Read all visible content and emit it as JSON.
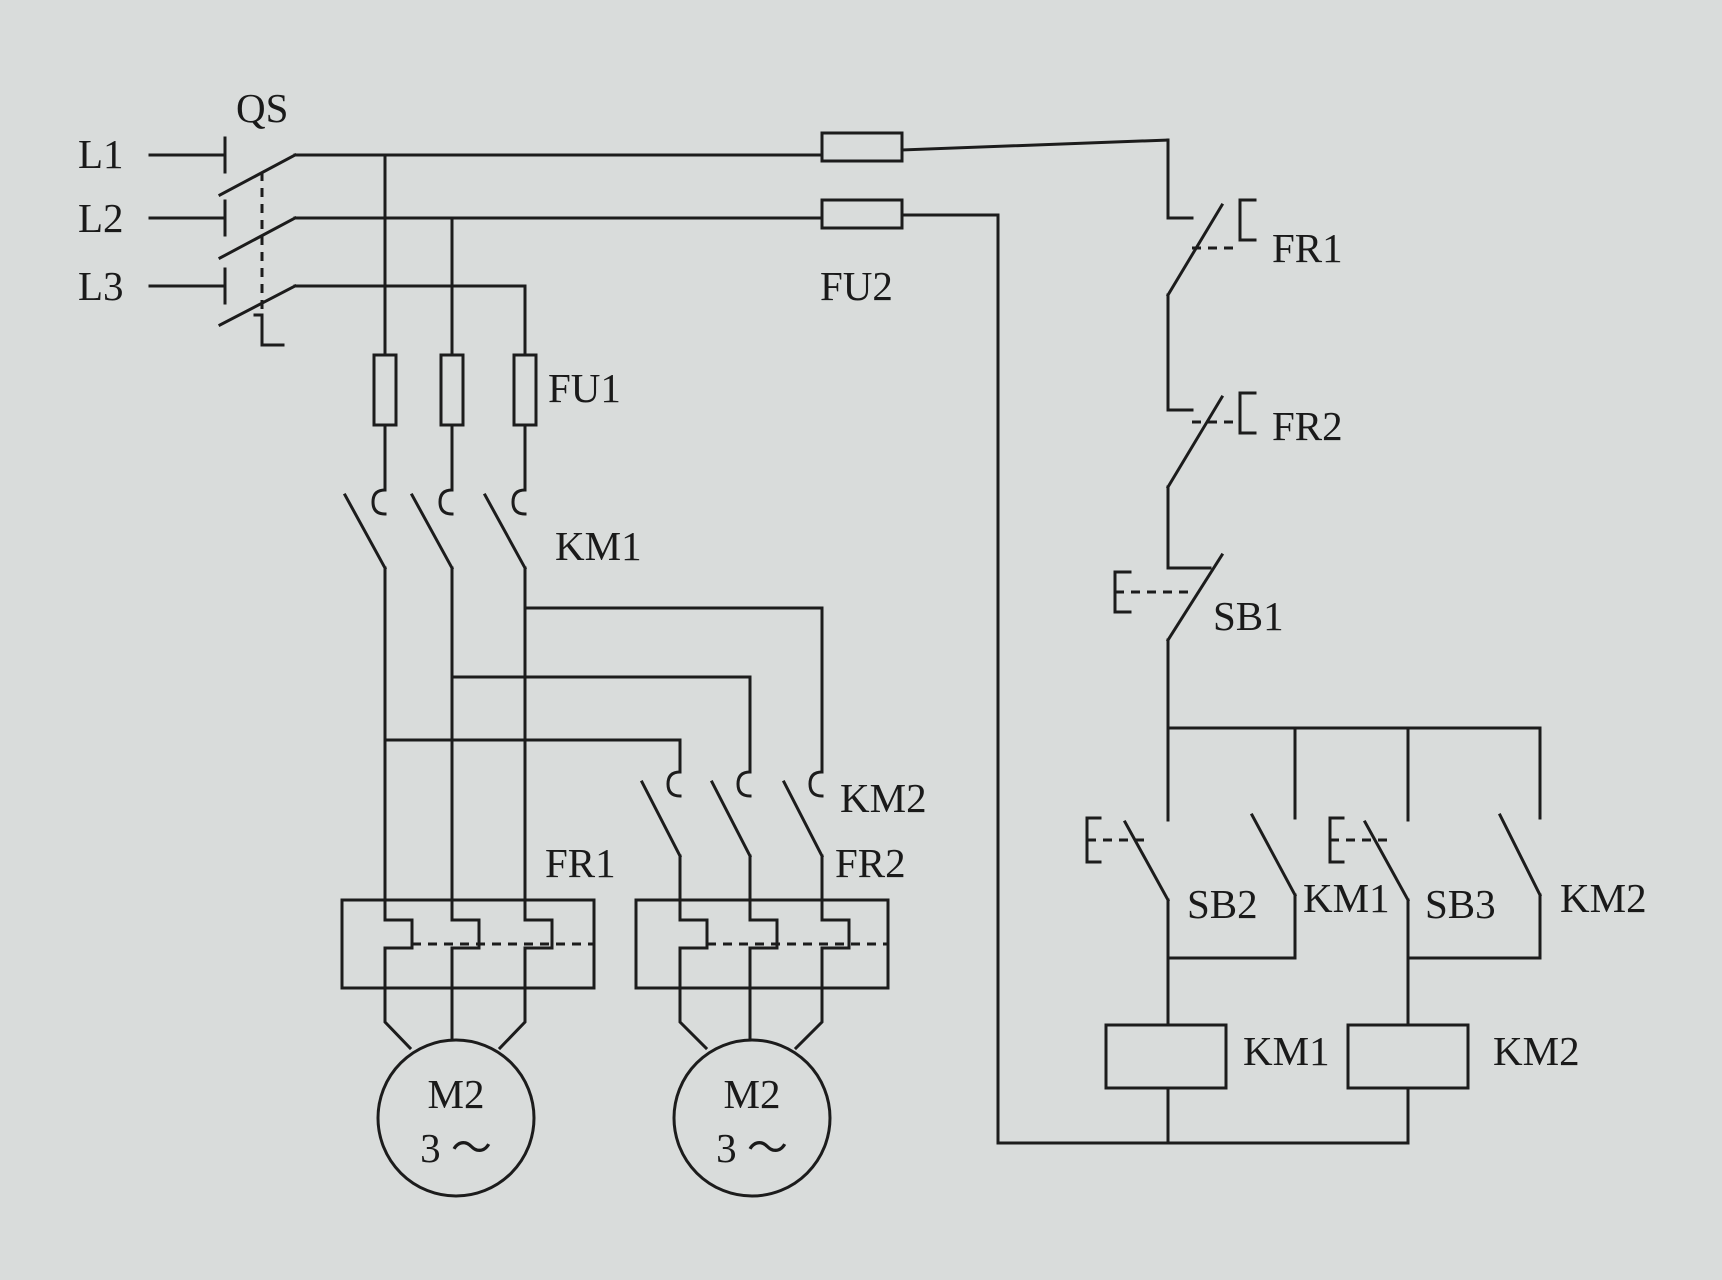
{
  "supply": {
    "l1": "L1",
    "l2": "L2",
    "l3": "L3",
    "main_switch": "QS"
  },
  "fuses": {
    "power": "FU1",
    "control": "FU2"
  },
  "contactors": {
    "km1": "KM1",
    "km2": "KM2"
  },
  "overloads": {
    "fr1": "FR1",
    "fr2": "FR2"
  },
  "buttons": {
    "stop": "SB1",
    "start1": "SB2",
    "start2": "SB3"
  },
  "motors": [
    {
      "name": "M2",
      "rating": "3 ～"
    },
    {
      "name": "M2",
      "rating": "3 ～"
    }
  ],
  "colors": {
    "line": "#1c1c1c",
    "paper": "#d9dcdb"
  }
}
